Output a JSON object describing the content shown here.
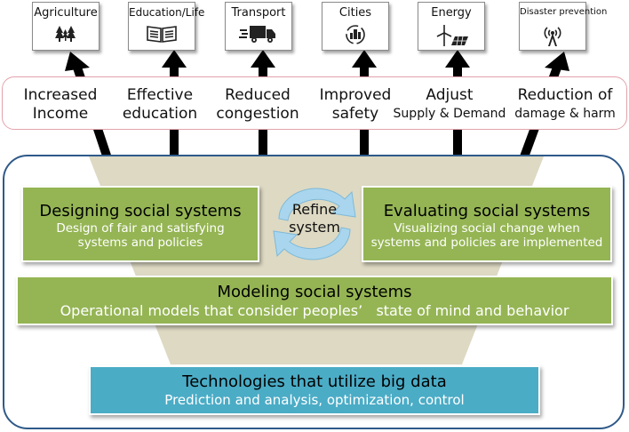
{
  "domains": [
    {
      "label": "Agriculture",
      "icon": "trees-icon"
    },
    {
      "label": "Education/Life",
      "icon": "book-icon"
    },
    {
      "label": "Transport",
      "icon": "truck-icon"
    },
    {
      "label": "Cities",
      "icon": "city-icon"
    },
    {
      "label": "Energy",
      "icon": "wind-solar-icon"
    },
    {
      "label": "Disaster prevention",
      "icon": "antenna-icon"
    }
  ],
  "outcomes": [
    {
      "line1": "Increased",
      "line2": "Income"
    },
    {
      "line1": "Effective",
      "line2": "education"
    },
    {
      "line1": "Reduced",
      "line2": "congestion"
    },
    {
      "line1": "Improved",
      "line2": "safety"
    },
    {
      "line1": "Adjust",
      "line2": "Supply & Demand"
    },
    {
      "line1": "Reduction of",
      "line2": "damage & harm"
    }
  ],
  "designing": {
    "title": "Designing social systems",
    "line1": "Design of fair and satisfying",
    "line2": "systems  and policies"
  },
  "refine": {
    "line1": "Refine",
    "line2": "system"
  },
  "evaluating": {
    "title": "Evaluating social systems",
    "line1": "Visualizing social change when",
    "line2": "systems  and policies are implemented"
  },
  "modeling": {
    "title": "Modeling social systems",
    "subtitle": "Operational models that consider peoples’   state of mind and behavior"
  },
  "technologies": {
    "title": "Technologies that utilize big data",
    "subtitle": "Prediction and analysis, optimization, control"
  },
  "colors": {
    "green_box": "#95b554",
    "blue_box": "#4bacc6",
    "frame_border": "#2f5a89",
    "band_border": "#e3a2ac",
    "funnel": "#ddd9c3",
    "cycle_arrow": "#a9d6ee"
  }
}
